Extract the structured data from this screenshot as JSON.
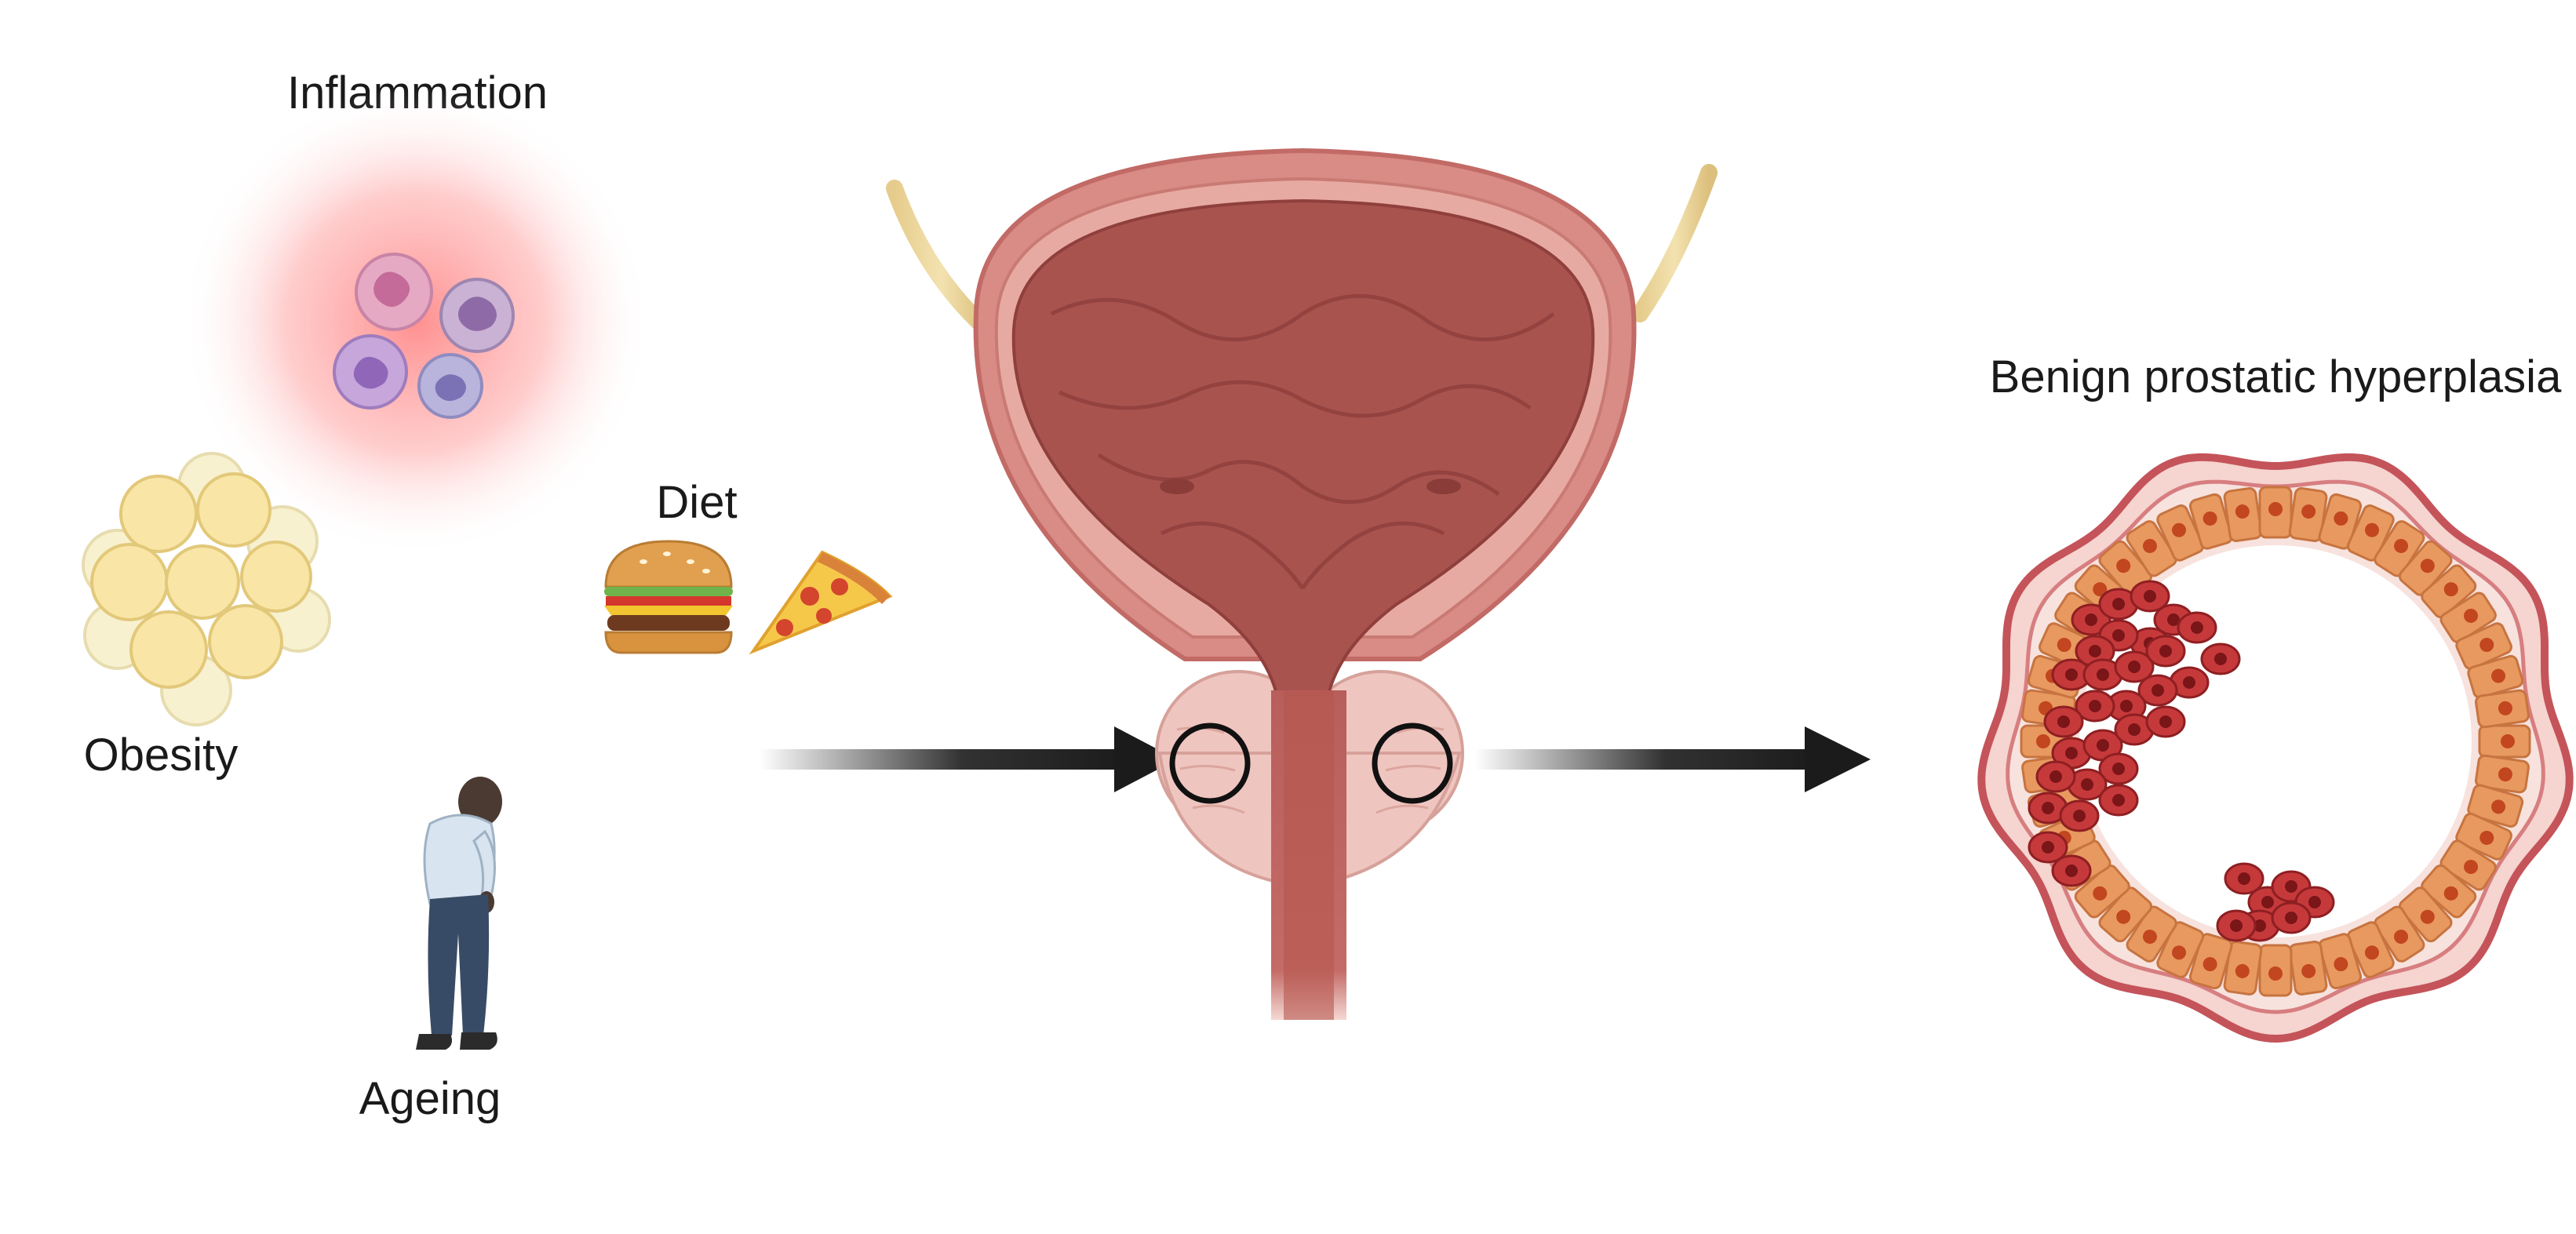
{
  "labels": {
    "inflammation": "Inflammation",
    "obesity": "Obesity",
    "diet": "Diet",
    "ageing": "Ageing",
    "bph": "Benign prostatic hyperplasia"
  },
  "icons": {
    "inflammation": "immune-cells-icon",
    "obesity": "adipocytes-icon",
    "diet": [
      "burger-icon",
      "pizza-slice-icon"
    ],
    "ageing": "elderly-man-icon",
    "organ": "bladder-prostate-icon",
    "tissue": "prostate-gland-cross-section-icon"
  },
  "colors": {
    "inflammation_glow": "#ff7f7f",
    "bladder_wall": "#c9706f",
    "bladder_lumen": "#a9534f",
    "prostate": "#efc1bb",
    "epithelium": "#e8995f",
    "hyperplastic_cells": "#c6393a",
    "arrow": "#1b1b1b"
  }
}
